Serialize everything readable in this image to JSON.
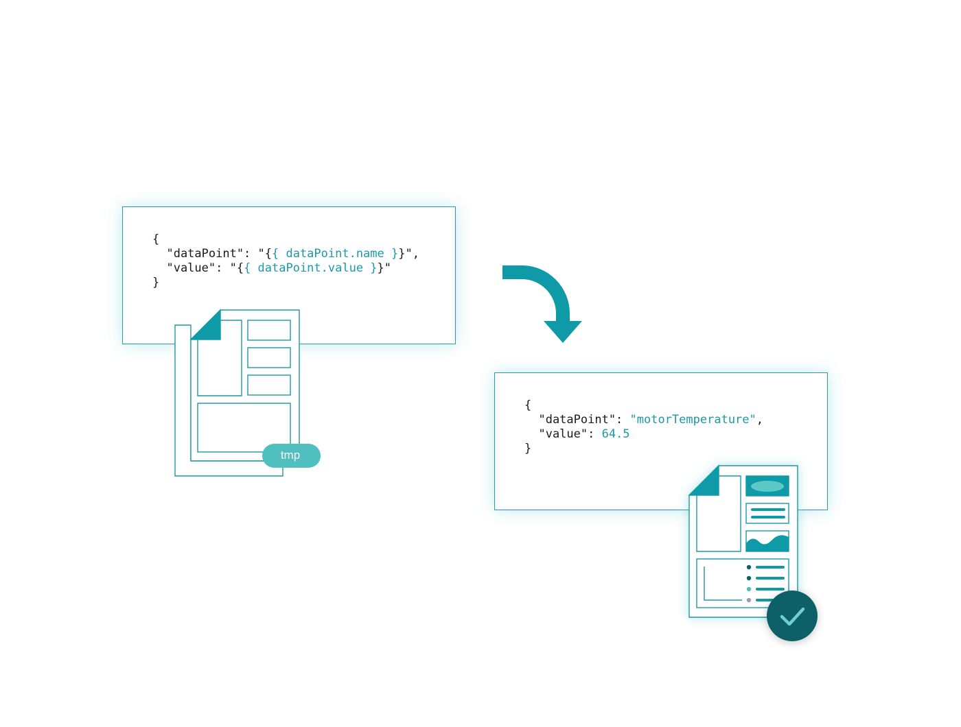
{
  "template_card": {
    "line_open": "{",
    "line_datapoint_key": "  \"dataPoint\": \"{",
    "line_datapoint_expr": "{ dataPoint.name }",
    "line_datapoint_end": "}\",",
    "line_value_key": "  \"value\": \"{",
    "line_value_expr": "{ dataPoint.value }",
    "line_value_end": "}\"",
    "line_close": "}"
  },
  "result_card": {
    "line_open": "{",
    "line_datapoint_key": "  \"dataPoint\": ",
    "line_datapoint_val": "\"motorTemperature\"",
    "line_datapoint_end": ",",
    "line_value_key": "  \"value\": ",
    "line_value_val": "64.5",
    "line_close": "}"
  },
  "template_badge": "tmp",
  "colors": {
    "accent": "#0e9aa7",
    "accent_light": "#4fbfbf",
    "check_circle": "#0b5f67",
    "outline": "#1e97a3",
    "code_text": "#1a1a1a"
  },
  "icons": [
    "template-document-icon",
    "curved-arrow-icon",
    "report-document-icon",
    "checkmark-icon"
  ]
}
